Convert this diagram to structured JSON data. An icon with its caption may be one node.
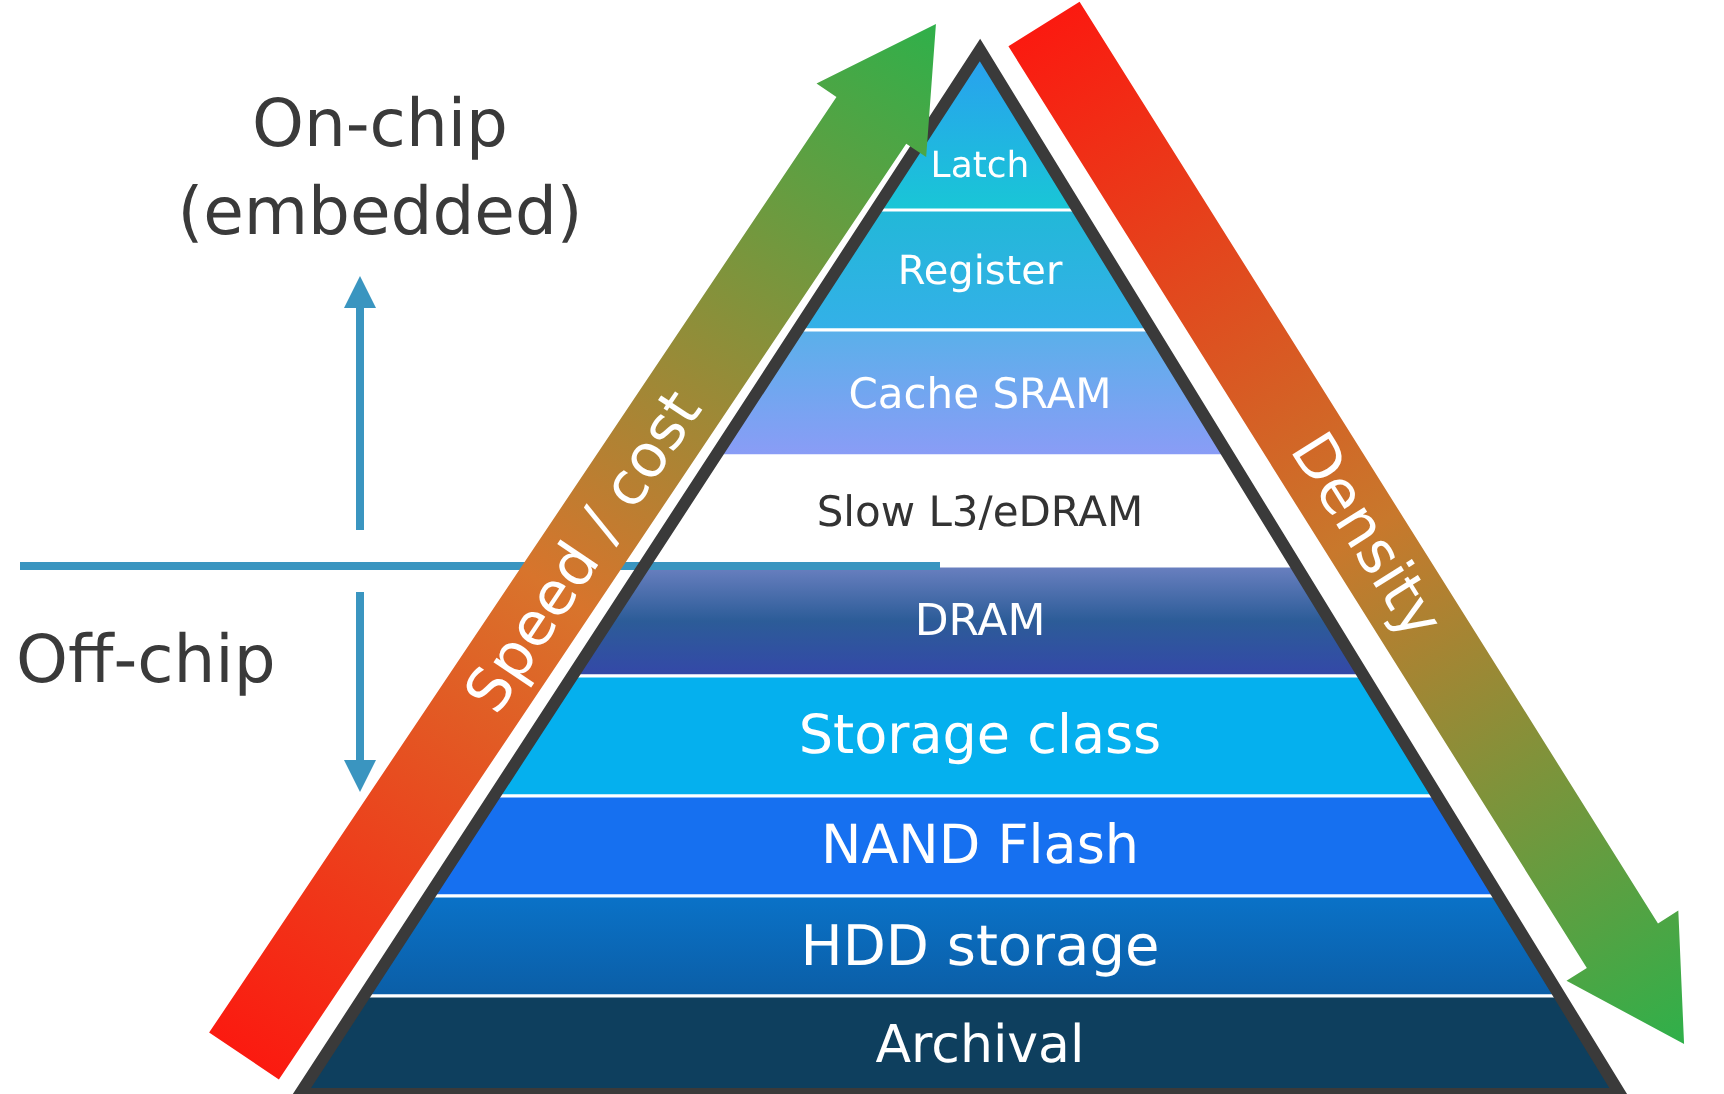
{
  "diagram": {
    "nodes": [
      {
        "text": [
          "Latch"
        ]
      },
      {
        "text": [
          "Register"
        ]
      },
      {
        "text": [
          "Cache SRAM"
        ]
      },
      {
        "text": [
          "Slow L3/eDRAM"
        ]
      },
      {
        "text": [
          "DRAM"
        ]
      },
      {
        "text": [
          "Storage class"
        ]
      },
      {
        "text": [
          "NAND Flash"
        ]
      },
      {
        "text": [
          "HDD storage"
        ]
      },
      {
        "text": [
          "Archival"
        ]
      }
    ],
    "labels": [
      "On-chip (embedded)",
      "Off-chip",
      "Speed / cost",
      "Density"
    ]
  }
}
